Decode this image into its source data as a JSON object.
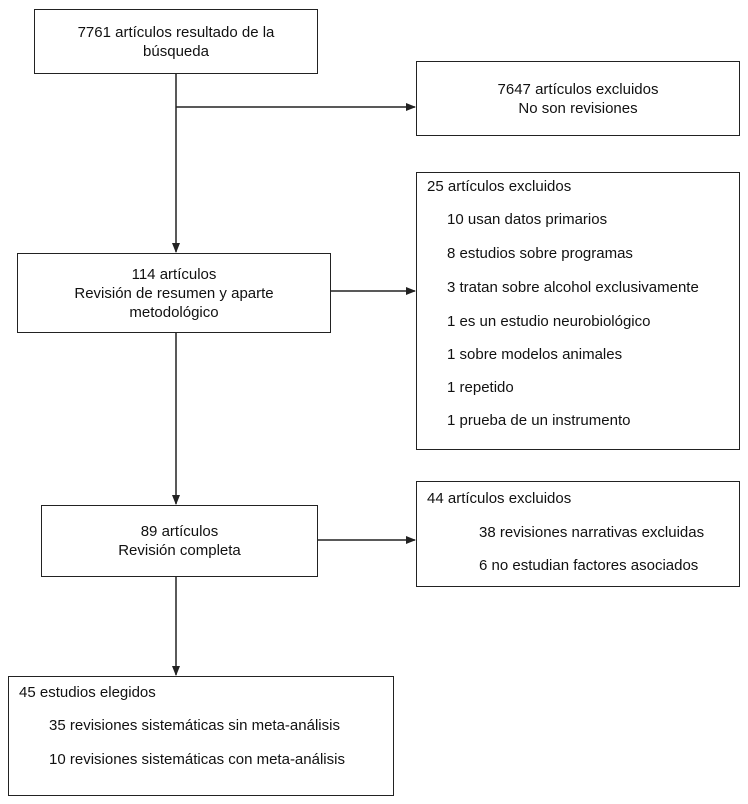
{
  "search": {
    "lines": [
      "7761 artículos resultado de la",
      "búsqueda"
    ]
  },
  "excluded_1": {
    "lines": [
      "7647 artículos excluidos",
      "No son revisiones"
    ]
  },
  "abstract_review": {
    "lines": [
      "114 artículos",
      "Revisión de resumen y aparte",
      "metodológico"
    ]
  },
  "excluded_2": {
    "heading": "25 artículos excluidos",
    "items": [
      "10 usan datos primarios",
      "8 estudios sobre programas",
      "3 tratan sobre alcohol exclusivamente",
      "1 es un estudio neurobiológico",
      "1 sobre modelos animales",
      "1 repetido",
      "1 prueba de un instrumento"
    ]
  },
  "full_review": {
    "lines": [
      "89 artículos",
      "Revisión completa"
    ]
  },
  "excluded_3": {
    "heading": "44 artículos excluidos",
    "items": [
      "38 revisiones narrativas excluidas",
      "6 no estudian factores asociados"
    ]
  },
  "selected": {
    "heading": "45  estudios elegidos",
    "items": [
      "35 revisiones sistemáticas sin meta-análisis",
      "10 revisiones sistemáticas con meta-análisis"
    ]
  }
}
